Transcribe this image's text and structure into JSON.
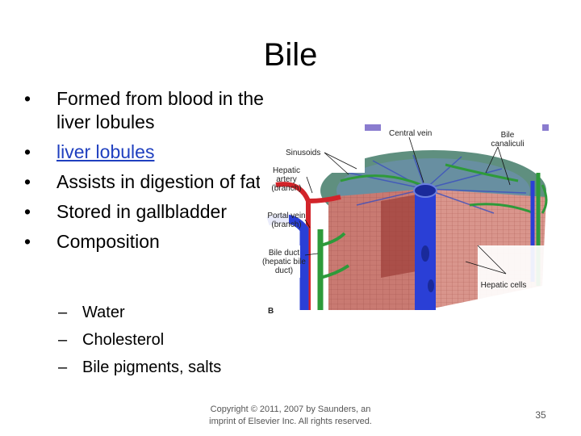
{
  "slide": {
    "title": "Bile",
    "bullets": [
      {
        "text": "Formed from blood in the liver lobules",
        "link": false
      },
      {
        "text": "liver lobules",
        "link": true
      },
      {
        "text": "Assists in digestion of fat",
        "link": false
      },
      {
        "text": "Stored in gallbladder",
        "link": false
      },
      {
        "text": "Composition",
        "link": false
      }
    ],
    "bullet_char": "•",
    "sub_char": "–",
    "subbullets": [
      "Water",
      "Cholesterol",
      "Bile pigments, salts"
    ],
    "figure": {
      "labels": {
        "central_vein": "Central vein",
        "bile_canaliculi_1": "Bile",
        "bile_canaliculi_2": "canaliculi",
        "sinusoids": "Sinusoids",
        "hepatic_artery_1": "Hepatic",
        "hepatic_artery_2": "artery",
        "hepatic_artery_3": "(branch)",
        "portal_vein_1": "Portal vein",
        "portal_vein_2": "(branch)",
        "bile_duct_1": "Bile duct",
        "bile_duct_2": "(hepatic bile",
        "bile_duct_3": "duct)",
        "hepatic_cells": "Hepatic cells",
        "panel": "B"
      }
    },
    "footer_line1": "Copyright © 2011, 2007 by Saunders, an",
    "footer_line2": "imprint of Elsevier Inc. All rights reserved.",
    "page_number": "35"
  },
  "colors": {
    "link": "#1f3fbf",
    "vein_blue": "#2a3fd6",
    "artery_red": "#d2242a",
    "bile_green": "#2e9a3a",
    "tissue": "#c8746e"
  }
}
